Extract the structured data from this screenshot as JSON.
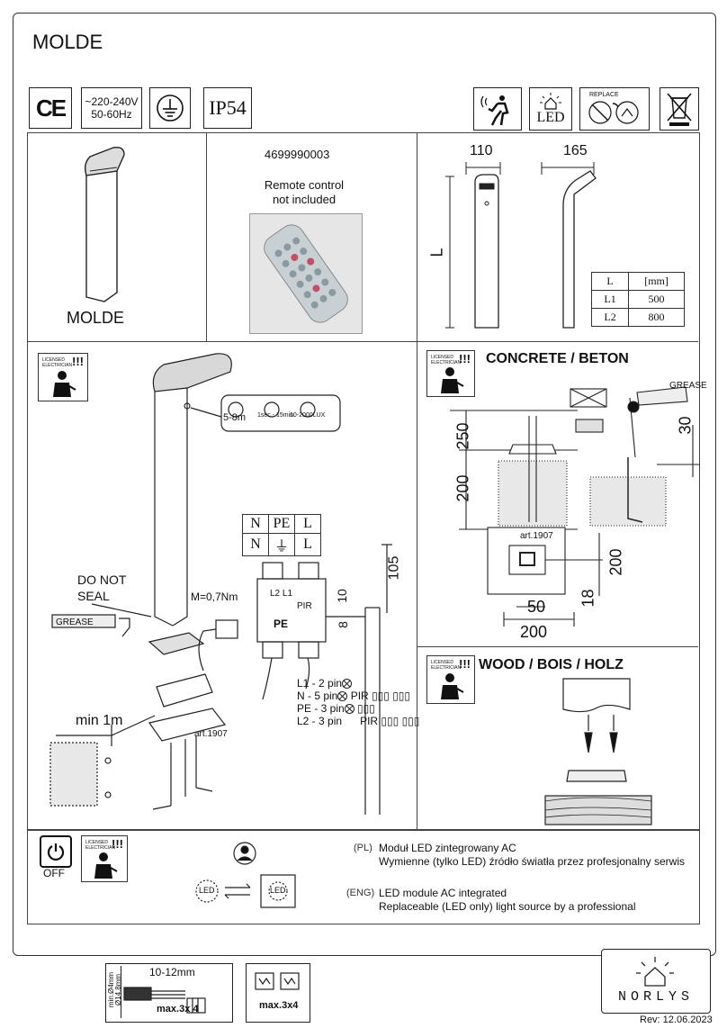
{
  "title": "MOLDE",
  "header": {
    "ce": "CE",
    "voltage_line1": "~220-240V",
    "voltage_line2": "50-60Hz",
    "ip_rating": "IP54",
    "led_label": "LED",
    "replace_label": "REPLACE"
  },
  "product": {
    "name": "MOLDE"
  },
  "remote": {
    "article": "4699990003",
    "note_line1": "Remote control",
    "note_line2": "not included"
  },
  "dimensions": {
    "width_head": "110",
    "side_width": "165",
    "length_label": "L",
    "table_header": [
      "L",
      "[mm]"
    ],
    "table_rows": [
      [
        "L1",
        "500"
      ],
      [
        "L2",
        "800"
      ]
    ]
  },
  "installation": {
    "licensed": "LICENSED ELECTRICIAN",
    "do_not_seal_1": "DO NOT",
    "do_not_seal_2": "SEAL",
    "grease": "GREASE",
    "torque": "M=0,7Nm",
    "sensor_1": "5-8m",
    "sensor_2": "1sec - 15min.",
    "sensor_3": "10-2000LUX",
    "terminal_top": [
      "N",
      "PE",
      "L"
    ],
    "terminal_bottom": [
      "N",
      "",
      "L"
    ],
    "dim_105": "105",
    "dim_10": "10",
    "dim_8": "8",
    "pir": "PIR",
    "pe": "PE",
    "l1_l2": "L2 L1",
    "wires": [
      {
        "label": "L1  - 2 pin",
        "mark": true,
        "pir": "",
        "terminal": ""
      },
      {
        "label": "N   - 5 pin",
        "mark": true,
        "pir": "PIR",
        "terminal": "▯▯▯ ▯▯▯"
      },
      {
        "label": "PE - 3 pin",
        "mark": true,
        "pir": "",
        "terminal": "▯▯▯"
      },
      {
        "label": "L2  - 3 pin",
        "mark": false,
        "pir": "PIR",
        "terminal": "▯▯▯ ▯▯▯"
      }
    ],
    "min_1m": "min 1m",
    "article": "art.1907"
  },
  "concrete": {
    "heading": "CONCRETE / BETON",
    "grease": "GREASE",
    "dim_250": "250",
    "dim_200_left": "200",
    "dim_30": "30",
    "article": "art.1907",
    "dim_200_right": "200",
    "dim_18": "18",
    "dim_50": "50",
    "dim_200_bottom": "200"
  },
  "wood": {
    "heading": "WOOD / BOIS / HOLZ"
  },
  "led_info": {
    "off": "OFF",
    "led_a": "LED",
    "led_b": "LED",
    "pl_tag": "(PL)",
    "pl_line1": "Moduł LED zintegrowany AC",
    "pl_line2": "Wymienne (tylko LED) źródło światła przez profesjonalny serwis",
    "eng_tag": "(ENG)",
    "eng_line1": "LED module AC integrated",
    "eng_line2": "Replaceable (LED only) light source by a professional"
  },
  "footer": {
    "strip_len": "10-12mm",
    "wire_dim_1": "min.Ø4mm",
    "wire_dim_2": "Ø14,8mm",
    "max_1": "max.3x 4",
    "max_2": "max.3x4",
    "brand": "NORLYS",
    "revision": "Rev: 12.06.2023"
  }
}
